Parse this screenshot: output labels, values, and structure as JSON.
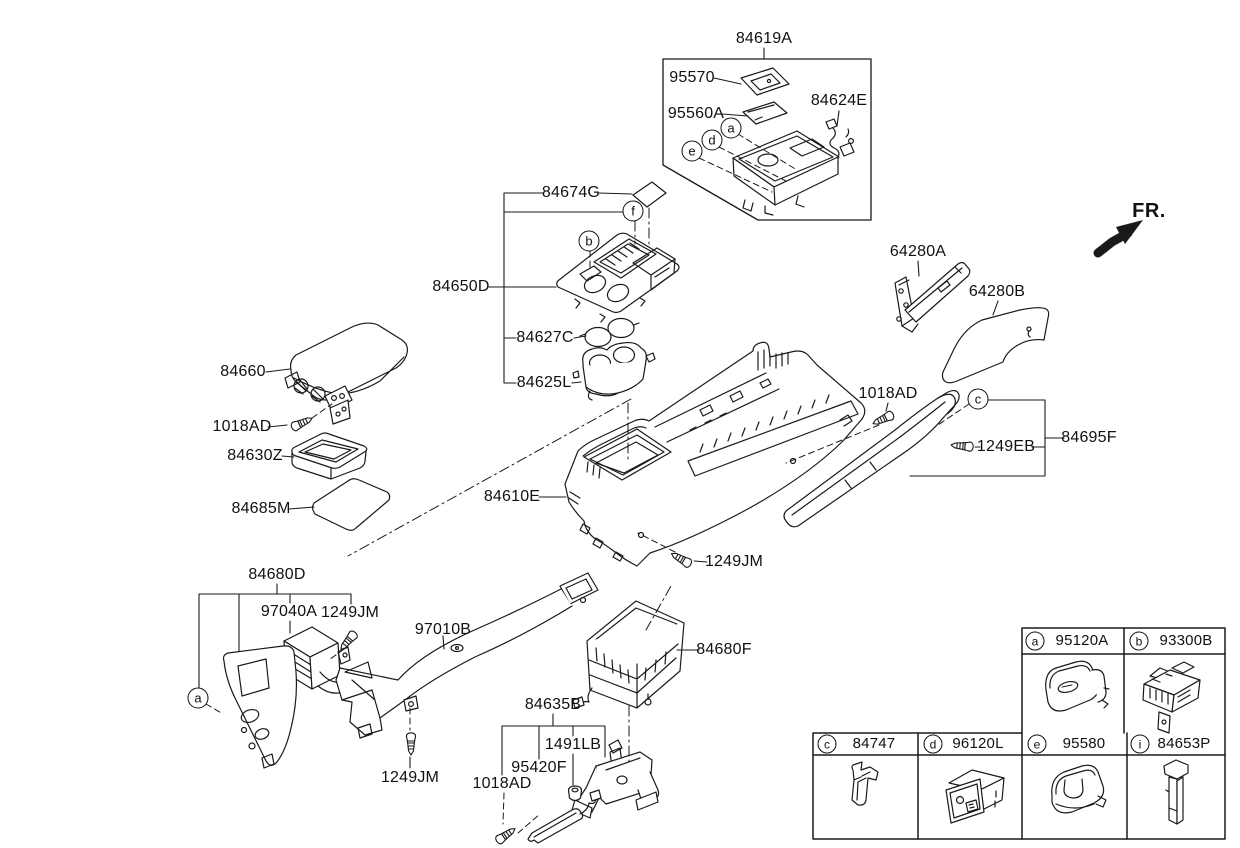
{
  "fr_direction_label": "FR.",
  "part_labels": {
    "p84619A": "84619A",
    "p95570": "95570",
    "p95560A": "95560A",
    "p84624E": "84624E",
    "p84674G": "84674G",
    "p84650D": "84650D",
    "p84627C": "84627C",
    "p84625L": "84625L",
    "p84660": "84660",
    "p1018AD_a": "1018AD",
    "p84630Z": "84630Z",
    "p84685M": "84685M",
    "p64280A": "64280A",
    "p64280B": "64280B",
    "p1018AD_b": "1018AD",
    "p1249EB": "1249EB",
    "p84695F": "84695F",
    "p84610E": "84610E",
    "p1249JM_a": "1249JM",
    "p84680D": "84680D",
    "p97040A": "97040A",
    "p1249JM_b": "1249JM",
    "p97010B": "97010B",
    "p84680F": "84680F",
    "p84635B": "84635B",
    "p1491LB": "1491LB",
    "p95420F": "95420F",
    "p1018AD_c": "1018AD",
    "p1249JM_c": "1249JM"
  },
  "callouts": {
    "a": "a",
    "b": "b",
    "c": "c",
    "d": "d",
    "e": "e",
    "f": "f"
  },
  "legend": {
    "cells": [
      {
        "letter": "a",
        "part": "95120A",
        "icon": "knob-cover-switch"
      },
      {
        "letter": "b",
        "part": "93300B",
        "icon": "switch-assembly"
      },
      {
        "letter": "c",
        "part": "84747",
        "icon": "retainer-clip"
      },
      {
        "letter": "d",
        "part": "96120L",
        "icon": "usb-aux-jack"
      },
      {
        "letter": "e",
        "part": "95580",
        "icon": "cover-knob"
      },
      {
        "letter": "i",
        "part": "84653P",
        "icon": "guide-post-clip"
      }
    ]
  },
  "colors": {
    "line": "#1a1a1a",
    "background": "#ffffff"
  }
}
